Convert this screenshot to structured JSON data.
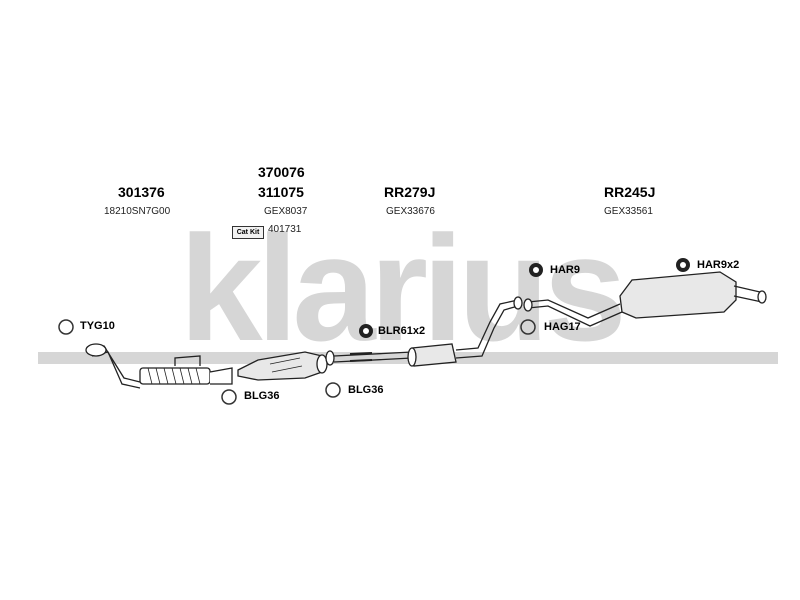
{
  "watermark": {
    "text": "klarius",
    "color": "#d6d6d6"
  },
  "part_numbers": {
    "front_pipe": {
      "number": "301376",
      "code": "18210SN7G00"
    },
    "catalyst": {
      "number_top": "370076",
      "number": "311075",
      "code": "GEX8037",
      "kit_label": "Cat Kit",
      "kit_code": "401731"
    },
    "middle_box": {
      "number": "RR279J",
      "code": "GEX33676"
    },
    "rear_box": {
      "number": "RR245J",
      "code": "GEX33561"
    }
  },
  "fittings": {
    "tyg10": "TYG10",
    "blg36_left": "BLG36",
    "blg36_right": "BLG36",
    "blr61": "BLR61x2",
    "har9": "HAR9",
    "hag17": "HAG17",
    "har9x2": "HAR9x2"
  }
}
